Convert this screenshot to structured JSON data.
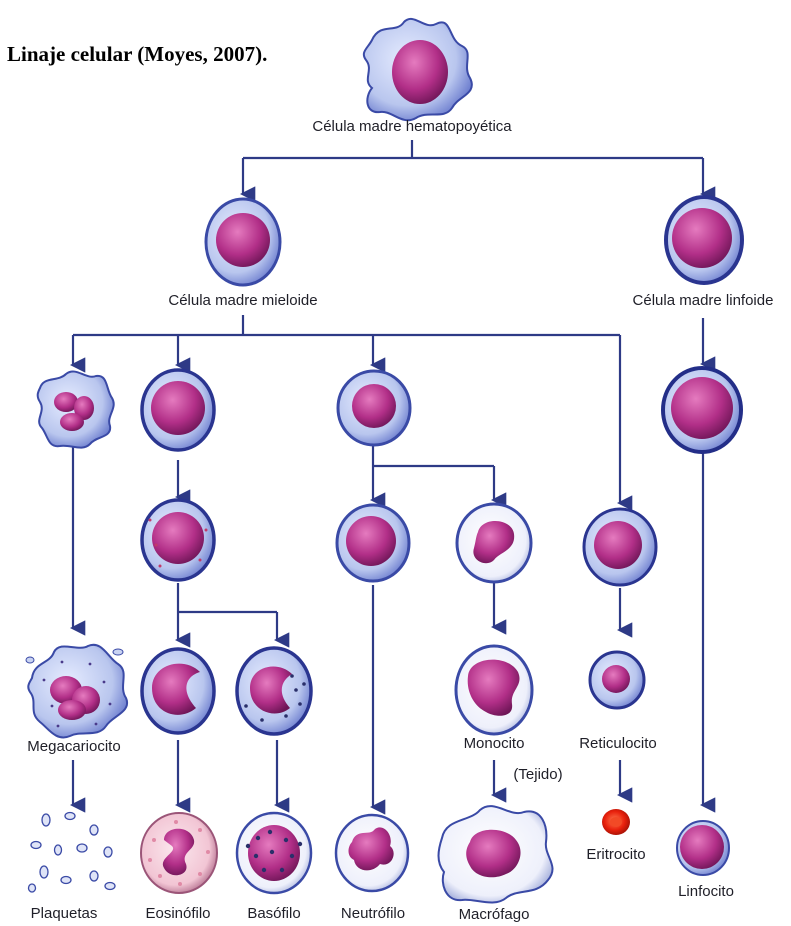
{
  "title": "Linaje celular (Moyes, 2007).",
  "labels": {
    "hsc": "Célula madre hematopoyética",
    "myeloid": "Célula madre mieloide",
    "lymphoid": "Célula madre linfoide",
    "megakaryocyte": "Megacariocito",
    "monocyte": "Monocito",
    "reticulocyte": "Reticulocito",
    "tissue": "(Tejido)",
    "platelets": "Plaquetas",
    "eosinophil": "Eosinófilo",
    "basophil": "Basófilo",
    "neutrophil": "Neutrófilo",
    "macrophage": "Macrófago",
    "erythrocyte": "Eritrocito",
    "lymphocyte": "Linfocito"
  },
  "colors": {
    "arrow": "#2e3a86",
    "cell_membrane": "#3a4aa6",
    "cytoplasm": "#c9d3f2",
    "nucleus": "#b0308a",
    "erythrocyte": "#e8200c"
  }
}
